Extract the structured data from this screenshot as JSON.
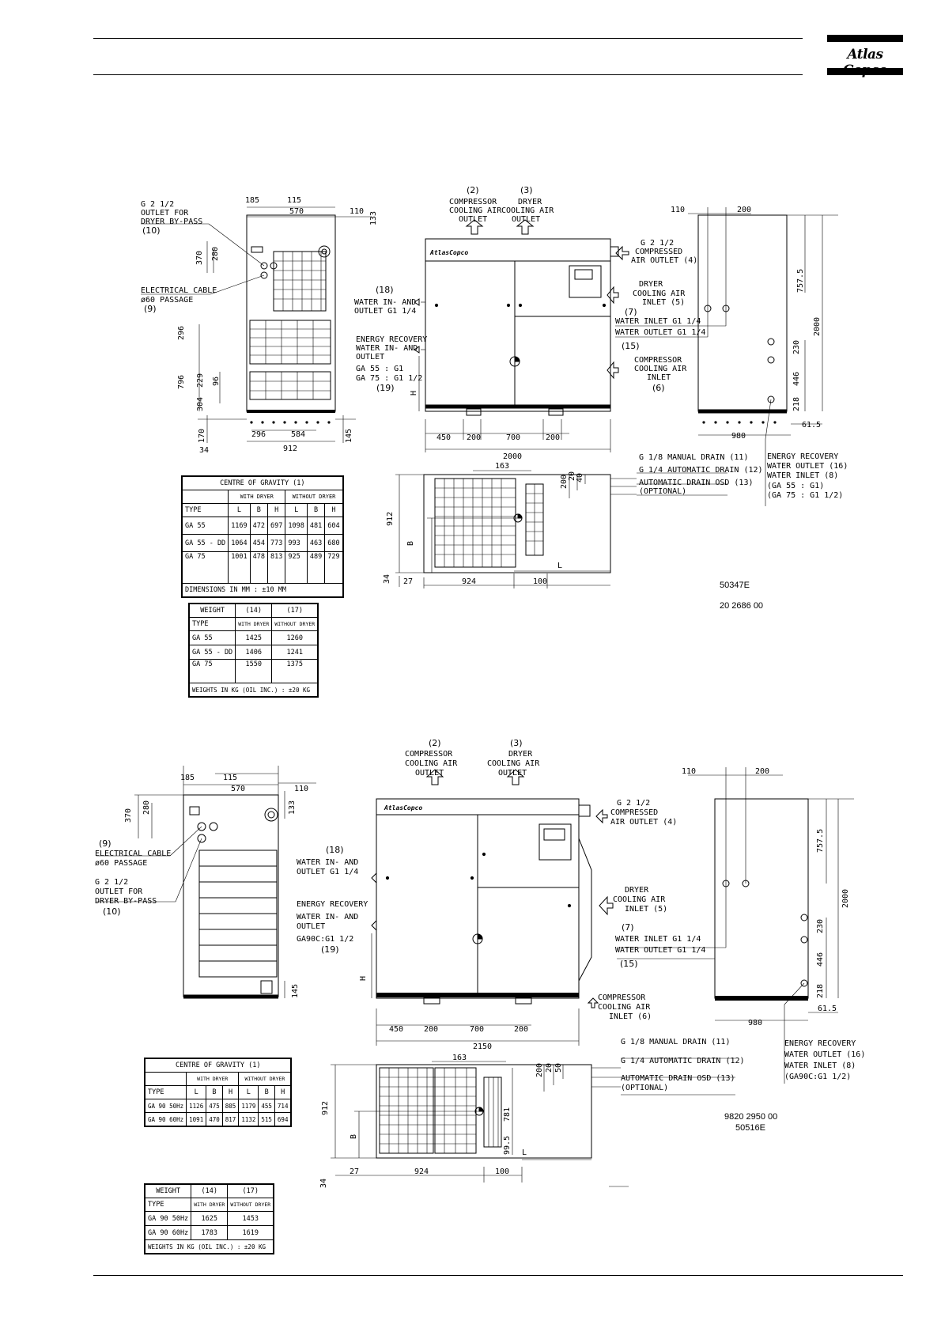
{
  "header": {
    "logo_text": "Atlas Copco"
  },
  "refs": {
    "top_code": "50347E",
    "top_part": "20 2686 00",
    "bottom_part": "9820 2950 00",
    "bottom_code": "50516E"
  },
  "labels": {
    "outlet_bypass": [
      "G 2 1/2",
      "OUTLET FOR",
      "DRYER BY-PASS",
      "(10)"
    ],
    "elec_cable": [
      "ELECTRICAL CABLE",
      "ø60 PASSAGE",
      "(9)"
    ],
    "comp_air_out_num": "(2)",
    "comp_air_out": [
      "COMPRESSOR",
      "COOLING AIR",
      "OUTLET"
    ],
    "dryer_air_out_num": "(3)",
    "dryer_air_out": [
      "DRYER",
      "COOLING AIR",
      "OUTLET"
    ],
    "compressed_out": [
      "G 2 1/2",
      "COMPRESSED",
      "AIR OUTLET (4)"
    ],
    "dryer_inlet": [
      "DRYER",
      "COOLING AIR",
      "INLET (5)"
    ],
    "water_in_7": "(7)",
    "water_inlet": "WATER INLET G1 1/4",
    "water_outlet": "WATER OUTLET G1 1/4",
    "num_15": "(15)",
    "comp_inlet": [
      "COMPRESSOR",
      "COOLING AIR",
      "INLET",
      "(6)"
    ],
    "water_inout_18": [
      "(18)",
      "WATER IN- AND",
      "OUTLET G1 1/4"
    ],
    "energy_recovery_top": [
      "ENERGY RECOVERY",
      "WATER IN- AND",
      "OUTLET",
      "GA 55 : G1",
      "GA 75 : G1 1/2",
      "(19)"
    ],
    "energy_recovery_bottom": [
      "ENERGY RECOVERY",
      "WATER IN- AND",
      "OUTLET",
      "GA90C:G1 1/2",
      "(19)"
    ],
    "drains": [
      "G 1/8 MANUAL DRAIN (11)",
      "G 1/4 AUTOMATIC DRAIN (12)",
      "AUTOMATIC DRAIN OSD (13)",
      "(OPTIONAL)"
    ],
    "er_water_top": [
      "ENERGY RECOVERY",
      "WATER OUTLET (16)",
      "WATER INLET (8)",
      "(GA 55 : G1)",
      "(GA 75 : G1 1/2)"
    ],
    "er_water_bottom": [
      "ENERGY RECOVERY",
      "WATER OUTLET (16)",
      "WATER INLET (8)",
      "(GA90C:G1 1/2)"
    ],
    "comp_inlet_bottom": [
      "COMPRESSOR",
      "COOLING AIR",
      "INLET (6)"
    ]
  },
  "dims_top": {
    "side": [
      "185",
      "115",
      "570",
      "110",
      "133",
      "370",
      "280",
      "296",
      "796",
      "229",
      "96",
      "304",
      "170",
      "296",
      "584",
      "34",
      "912",
      "145"
    ],
    "front": [
      "450",
      "200",
      "700",
      "200",
      "2000",
      "H"
    ],
    "right": [
      "110",
      "200",
      "757.5",
      "2000",
      "230",
      "446",
      "218",
      "61.5",
      "980"
    ],
    "plan": [
      "163",
      "200",
      "20",
      "40",
      "912",
      "B",
      "L",
      "34",
      "27",
      "924",
      "100"
    ]
  },
  "dims_bottom": {
    "side": [
      "185",
      "115",
      "570",
      "110",
      "370",
      "280",
      "133",
      "145"
    ],
    "front": [
      "450",
      "200",
      "700",
      "200",
      "2150",
      "H"
    ],
    "right": [
      "110",
      "200",
      "757.5",
      "2000",
      "230",
      "446",
      "218",
      "61.5",
      "980"
    ],
    "plan": [
      "163",
      "200",
      "20",
      "50",
      "912",
      "B",
      "781",
      "99.5",
      "L",
      "34",
      "27",
      "924",
      "100"
    ]
  },
  "cog_top": {
    "title": "CENTRE OF GRAVITY (1)",
    "groups": [
      "WITH DRYER",
      "WITHOUT DRYER"
    ],
    "head": [
      "TYPE",
      "L",
      "B",
      "H",
      "L",
      "B",
      "H"
    ],
    "rows": [
      [
        "GA 55",
        "1169",
        "472",
        "697",
        "1098",
        "481",
        "604"
      ],
      [
        "GA 55 - DD",
        "1064",
        "454",
        "773",
        "993",
        "463",
        "680"
      ],
      [
        "GA 75",
        "1001",
        "478",
        "813",
        "925",
        "489",
        "729"
      ]
    ],
    "note": "DIMENSIONS IN MM : ±10 MM"
  },
  "weight_top": {
    "head": [
      "WEIGHT",
      "(14)",
      "(17)"
    ],
    "sub": [
      "TYPE",
      "WITH DRYER",
      "WITHOUT DRYER"
    ],
    "rows": [
      [
        "GA 55",
        "1425",
        "1260"
      ],
      [
        "GA 55 - DD",
        "1406",
        "1241"
      ],
      [
        "GA 75",
        "1550",
        "1375"
      ]
    ],
    "note": "WEIGHTS IN KG (OIL INC.) : ±20 KG"
  },
  "cog_bottom": {
    "title": "CENTRE OF GRAVITY (1)",
    "groups": [
      "WITH DRYER",
      "WITHOUT DRYER"
    ],
    "head": [
      "TYPE",
      "L",
      "B",
      "H",
      "L",
      "B",
      "H"
    ],
    "rows": [
      [
        "GA 90 50Hz",
        "1126",
        "475",
        "805",
        "1179",
        "455",
        "714"
      ],
      [
        "GA 90 60Hz",
        "1091",
        "470",
        "817",
        "1132",
        "515",
        "694"
      ]
    ]
  },
  "weight_bottom": {
    "head": [
      "WEIGHT",
      "(14)",
      "(17)"
    ],
    "sub": [
      "TYPE",
      "WITH DRYER",
      "WITHOUT DRYER"
    ],
    "rows": [
      [
        "GA 90 50Hz",
        "1625",
        "1453"
      ],
      [
        "GA 90 60Hz",
        "1783",
        "1619"
      ]
    ],
    "note": "WEIGHTS IN KG (OIL INC.) : ±20 KG"
  }
}
